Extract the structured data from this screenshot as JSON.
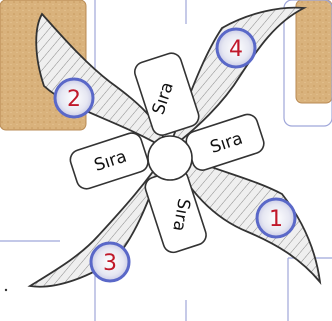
{
  "wheel": {
    "blades": [
      {
        "label": "Sıra",
        "number": "1"
      },
      {
        "label": "Sıra",
        "number": "2"
      },
      {
        "label": "Sıra",
        "number": "3"
      },
      {
        "label": "Sıra",
        "number": "4"
      }
    ]
  },
  "colors": {
    "background": "#ffffff",
    "cork_board": "#d9b27c",
    "grid_line": "#9fa6d9",
    "blade_fill": "#efefef",
    "blade_stroke": "#333333",
    "panel_fill": "#ffffff",
    "badge_fill": "#e8e8f2",
    "badge_ring": "#5a68c8",
    "number_color": "#c0182a"
  }
}
